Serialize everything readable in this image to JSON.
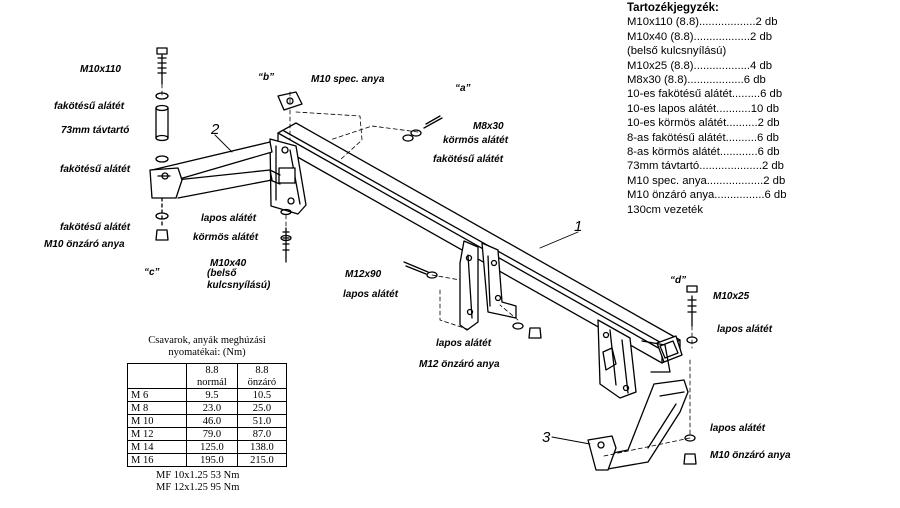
{
  "parts_list": {
    "title": "Tartozékjegyzék:",
    "items": [
      "M10x110   (8.8)..................2 db",
      "M10x40    (8.8)..................2 db",
      "(belső kulcsnyílású)",
      "M10x25    (8.8)..................4 db",
      "M8x30     (8.8)..................6 db",
      "10-es fakötésű alátét.........6 db",
      "10-es lapos alátét...........10 db",
      "10-es körmös alátét..........2 db",
      "8-as fakötésű alátét..........6 db",
      "8-as körmös alátét............6 db",
      "73mm távtartó....................2 db",
      "M10 spec. anya..................2 db",
      "M10 önzáró anya................6 db",
      "130cm vezeték"
    ]
  },
  "torque_table": {
    "title_line1": "Csavarok, anyák meghúzási",
    "title_line2": "nyomatékai: (Nm)",
    "col1_top": "8.8",
    "col1_bottom": "normál",
    "col2_top": "8.8",
    "col2_bottom": "önzáró",
    "rows": [
      {
        "size": "M 6",
        "normal": "9.5",
        "selflock": "10.5"
      },
      {
        "size": "M 8",
        "normal": "23.0",
        "selflock": "25.0"
      },
      {
        "size": "M 10",
        "normal": "46.0",
        "selflock": "51.0"
      },
      {
        "size": "M 12",
        "normal": "79.0",
        "selflock": "87.0"
      },
      {
        "size": "M 14",
        "normal": "125.0",
        "selflock": "138.0"
      },
      {
        "size": "M 16",
        "normal": "195.0",
        "selflock": "215.0"
      }
    ],
    "mf_line1": "MF 10x1.25  53 Nm",
    "mf_line2": "MF 12x1.25  95 Nm"
  },
  "labels": {
    "m10x110": "M10x110",
    "fakotesu_1": "fakötésű alátét",
    "tavtarto": "73mm távtartó",
    "fakotesu_2": "fakötésű alátét",
    "fakotesu_3": "fakötésű alátét",
    "onzaro_left": "M10 önzáró anya",
    "c_label": "“c”",
    "b_label": "“b”",
    "m10_spec": "M10 spec. anya",
    "a_label": "“a”",
    "m8x30": "M8x30",
    "kormos_1": "körmös alátét",
    "fakotesu_4": "fakötésű alátét",
    "lapos_1": "lapos alátét",
    "kormos_2": "körmös alátét",
    "m10x40": "M10x40",
    "belso": "(belső",
    "kulcsnyilasu": "kulcsnyílású)",
    "m12x90": "M12x90",
    "lapos_2": "lapos alátét",
    "lapos_3": "lapos alátét",
    "m12_onzaro": "M12 önzáró anya",
    "d_label": "“d”",
    "m10x25": "M10x25",
    "lapos_4": "lapos alátét",
    "lapos_5": "lapos alátét",
    "m10_onzaro_right": "M10 önzáró anya",
    "part_1": "1",
    "part_2": "2",
    "part_3": "3"
  }
}
